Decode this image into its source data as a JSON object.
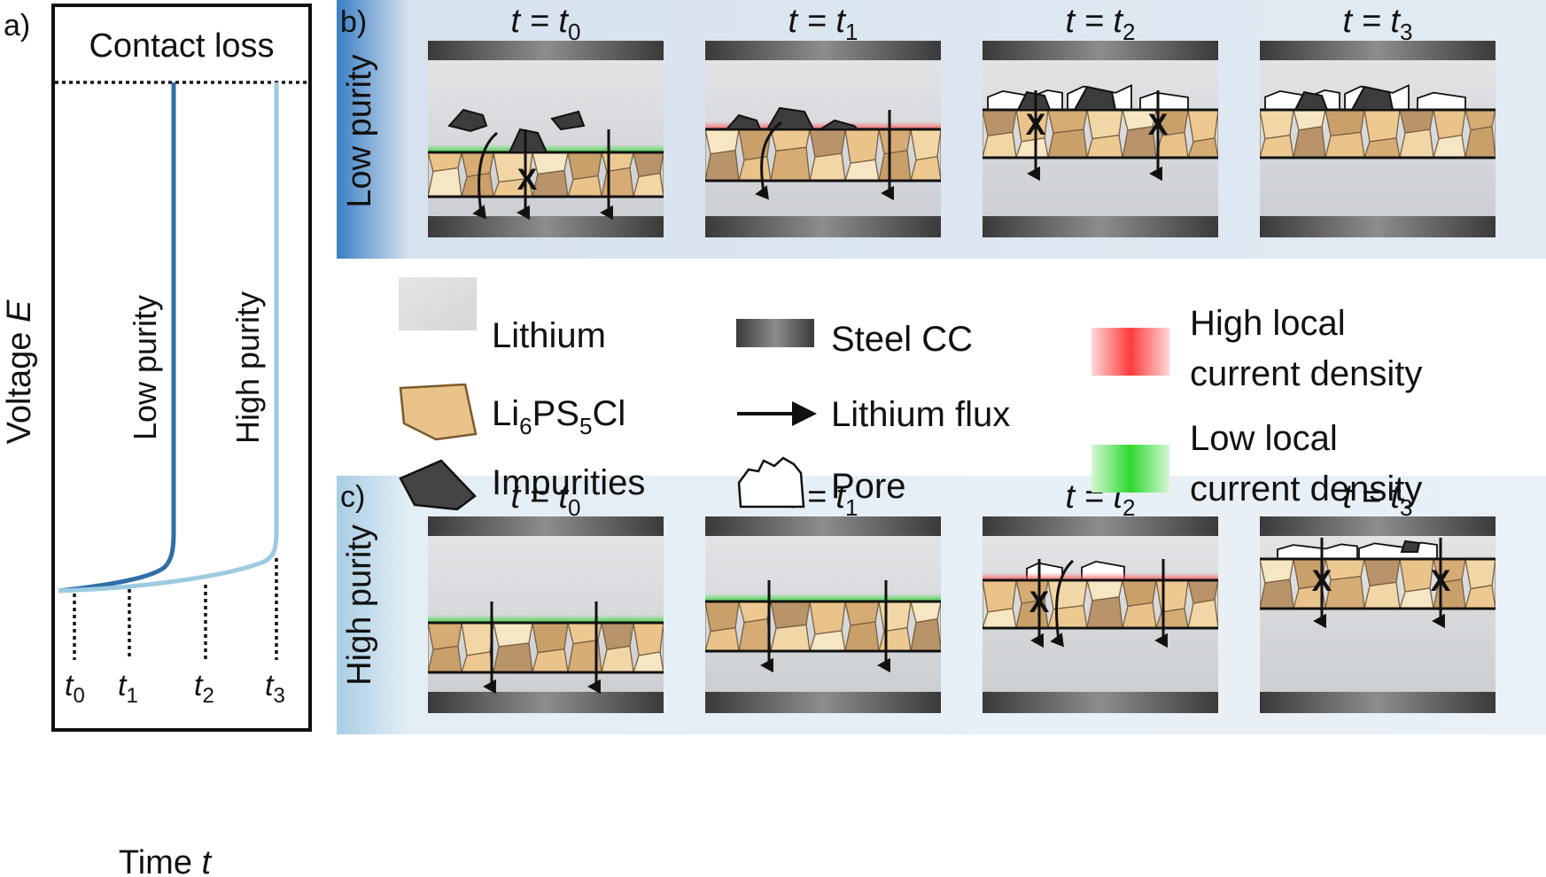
{
  "panel_a": {
    "label": "a)",
    "contact_loss": "Contact loss",
    "ylabel_main": "Voltage ",
    "ylabel_var": "E",
    "xlabel_main": "Time ",
    "xlabel_var": "t",
    "curve_low": "Low purity",
    "curve_high": "High purity",
    "ticks": [
      {
        "base": "t",
        "sub": "0"
      },
      {
        "base": "t",
        "sub": "1"
      },
      {
        "base": "t",
        "sub": "2"
      },
      {
        "base": "t",
        "sub": "3"
      }
    ],
    "colors": {
      "low": "#2f6fa8",
      "high": "#9ccbe0"
    }
  },
  "panel_b": {
    "label": "b)",
    "row_label": "Low purity",
    "times": [
      {
        "lhs": "t = ",
        "base": "t",
        "sub": "0"
      },
      {
        "lhs": "t = ",
        "base": "t",
        "sub": "1"
      },
      {
        "lhs": "t = ",
        "base": "t",
        "sub": "2"
      },
      {
        "lhs": "t = ",
        "base": "t",
        "sub": "3"
      }
    ]
  },
  "panel_c": {
    "label": "c)",
    "row_label": "High purity",
    "times": [
      {
        "lhs": "t = ",
        "base": "t",
        "sub": "0"
      },
      {
        "lhs": "t = ",
        "base": "t",
        "sub": "1"
      },
      {
        "lhs": "t = ",
        "base": "t",
        "sub": "2"
      },
      {
        "lhs": "t = ",
        "base": "t",
        "sub": "3"
      }
    ]
  },
  "legend": {
    "lithium": "Lithium",
    "electrolyte_a": "Li",
    "electrolyte_b": "6",
    "electrolyte_c": "PS",
    "electrolyte_d": "5",
    "electrolyte_e": "Cl",
    "impurities": "Impurities",
    "steel": "Steel CC",
    "flux": "Lithium flux",
    "pore": "Pore",
    "high_l1": "High local",
    "high_l2": "current density",
    "low_l1": "Low local",
    "low_l2": "current density"
  },
  "marker": "X",
  "colors": {
    "red_mark": "#e8262b",
    "green_band": "#3adb3a",
    "red_band": "#ff5a5a",
    "grain": "#e9c38a"
  }
}
